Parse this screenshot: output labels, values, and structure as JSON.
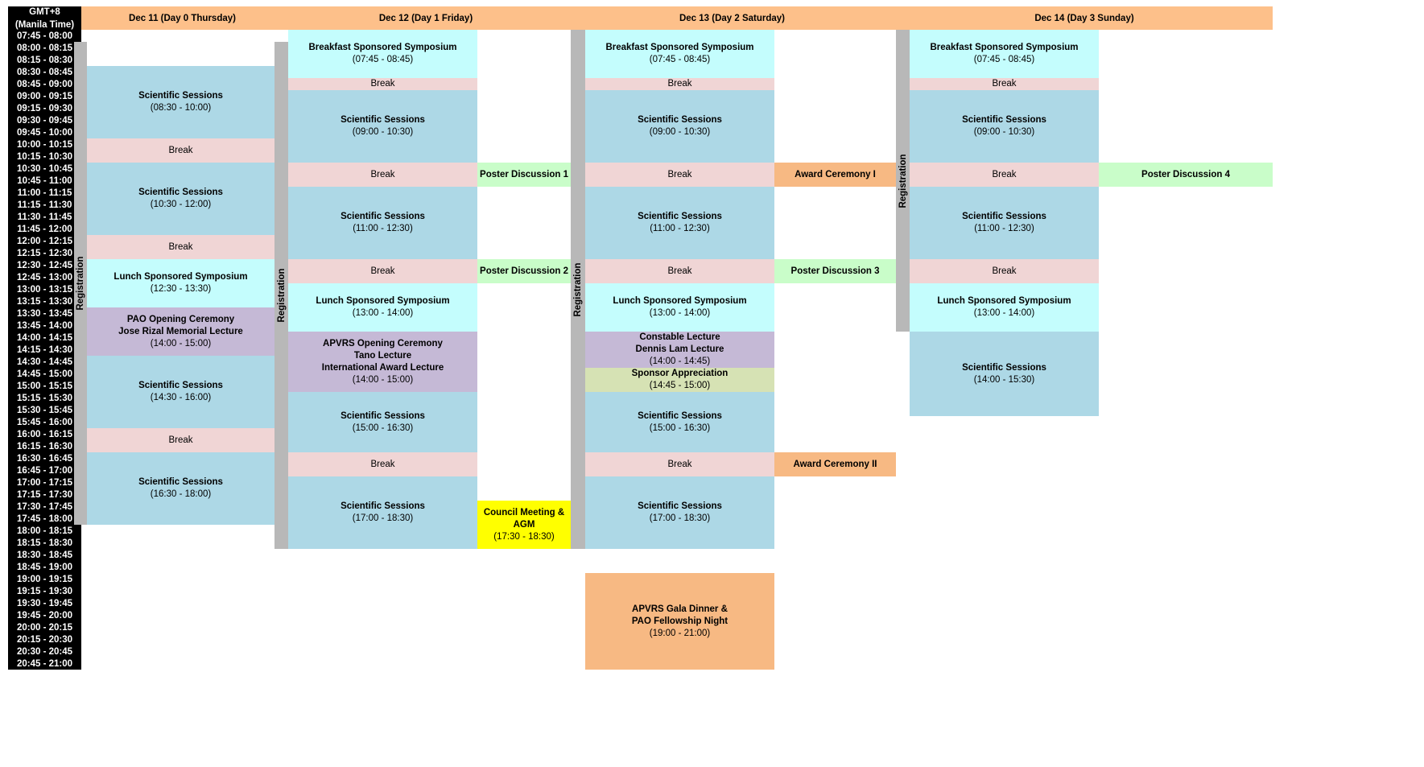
{
  "timezone": [
    "GMT+8",
    "(Manila Time)"
  ],
  "time_slots": [
    "07:45  - 08:00",
    "08:00 - 08:15",
    "08:15 - 08:30",
    "08:30 - 08:45",
    "08:45 - 09:00",
    "09:00 - 09:15",
    "09:15 - 09:30",
    "09:30 - 09:45",
    "09:45 - 10:00",
    "10:00 - 10:15",
    "10:15 - 10:30",
    "10:30 - 10:45",
    "10:45 - 11:00",
    "11:00 - 11:15",
    "11:15 - 11:30",
    "11:30 - 11:45",
    "11:45 - 12:00",
    "12:00 - 12:15",
    "12:15 - 12:30",
    "12:30 - 12:45",
    "12:45 - 13:00",
    "13:00 - 13:15",
    "13:15 - 13:30",
    "13:30 - 13:45",
    "13:45 - 14:00",
    "14:00 - 14:15",
    "14:15 - 14:30",
    "14:30 - 14:45",
    "14:45 - 15:00",
    "15:00 - 15:15",
    "15:15 - 15:30",
    "15:30 - 15:45",
    "15:45 - 16:00",
    "16:00 - 16:15",
    "16:15 - 16:30",
    "16:30 - 16:45",
    "16:45 - 17:00",
    "17:00 - 17:15",
    "17:15 - 17:30",
    "17:30 - 17:45",
    "17:45 - 18:00",
    "18:00 - 18:15",
    "18:15 - 18:30",
    "18:30 - 18:45",
    "18:45 - 19:00",
    "19:00 - 19:15",
    "19:15 - 19:30",
    "19:30 - 19:45",
    "19:45 - 20:00",
    "20:00 - 20:15",
    "20:15 - 20:30",
    "20:30 - 20:45",
    "20:45 - 21:00"
  ],
  "days": [
    {
      "header": "Dec 11 (Day 0 Thursday)",
      "registration": {
        "label": "Registration",
        "start": "08:00",
        "end": "18:00"
      },
      "events": [
        {
          "title": "Scientific Sessions",
          "time": "(08:30 - 10:00)",
          "start": "08:30",
          "end": "10:00",
          "type": "session",
          "col": "main"
        },
        {
          "title": "Break",
          "time": "",
          "start": "10:00",
          "end": "10:30",
          "type": "break",
          "col": "main"
        },
        {
          "title": "Scientific Sessions",
          "time": "(10:30 - 12:00)",
          "start": "10:30",
          "end": "12:00",
          "type": "session",
          "col": "main"
        },
        {
          "title": "Break",
          "time": "",
          "start": "12:00",
          "end": "12:30",
          "type": "break",
          "col": "main"
        },
        {
          "title": "Lunch Sponsored Symposium",
          "time": "(12:30 - 13:30)",
          "start": "12:30",
          "end": "13:30",
          "type": "symposium",
          "col": "main"
        },
        {
          "title": "PAO Opening Ceremony\nJose Rizal Memorial Lecture",
          "time": "(14:00 - 15:00)",
          "start": "13:30",
          "end": "14:30",
          "type": "ceremony",
          "col": "main"
        },
        {
          "title": "Scientific Sessions",
          "time": "(14:30 - 16:00)",
          "start": "14:30",
          "end": "16:00",
          "type": "session",
          "col": "main"
        },
        {
          "title": "Break",
          "time": "",
          "start": "16:00",
          "end": "16:30",
          "type": "break",
          "col": "main"
        },
        {
          "title": "Scientific Sessions",
          "time": "(16:30 - 18:00)",
          "start": "16:30",
          "end": "18:00",
          "type": "session",
          "col": "main"
        }
      ]
    },
    {
      "header": "Dec 12 (Day 1 Friday)",
      "registration": {
        "label": "Registration",
        "start": "08:00",
        "end": "18:30"
      },
      "events": [
        {
          "title": "Breakfast Sponsored Symposium",
          "time": "(07:45 - 08:45)",
          "start": "07:45",
          "end": "08:45",
          "type": "symposium",
          "col": "main"
        },
        {
          "title": "Break",
          "time": "",
          "start": "08:45",
          "end": "09:00",
          "type": "break",
          "col": "main"
        },
        {
          "title": "Scientific Sessions",
          "time": "(09:00 - 10:30)",
          "start": "09:00",
          "end": "10:30",
          "type": "session",
          "col": "main"
        },
        {
          "title": "Break",
          "time": "",
          "start": "10:30",
          "end": "11:00",
          "type": "break",
          "col": "main"
        },
        {
          "title": "Poster Discussion 1",
          "time": "",
          "start": "10:30",
          "end": "11:00",
          "type": "poster",
          "col": "side"
        },
        {
          "title": "Scientific Sessions",
          "time": "(11:00 - 12:30)",
          "start": "11:00",
          "end": "12:30",
          "type": "session",
          "col": "main"
        },
        {
          "title": "Break",
          "time": "",
          "start": "12:30",
          "end": "13:00",
          "type": "break",
          "col": "main"
        },
        {
          "title": "Poster Discussion 2",
          "time": "",
          "start": "12:30",
          "end": "13:00",
          "type": "poster",
          "col": "side"
        },
        {
          "title": "Lunch Sponsored Symposium",
          "time": "(13:00 - 14:00)",
          "start": "13:00",
          "end": "14:00",
          "type": "symposium",
          "col": "main"
        },
        {
          "title": "APVRS Opening Ceremony\nTano Lecture\nInternational Award Lecture",
          "time": "(14:00 - 15:00)",
          "start": "14:00",
          "end": "15:15",
          "type": "ceremony",
          "col": "main"
        },
        {
          "title": "Scientific Sessions",
          "time": "(15:00 - 16:30)",
          "start": "15:15",
          "end": "16:30",
          "type": "session",
          "col": "main"
        },
        {
          "title": "Break",
          "time": "",
          "start": "16:30",
          "end": "17:00",
          "type": "break",
          "col": "main"
        },
        {
          "title": "Scientific Sessions",
          "time": "(17:00 - 18:30)",
          "start": "17:00",
          "end": "18:30",
          "type": "session",
          "col": "main"
        },
        {
          "title": "Council Meeting &\nAGM",
          "time": "(17:30 - 18:30)",
          "start": "17:30",
          "end": "18:30",
          "type": "meeting",
          "col": "side"
        }
      ]
    },
    {
      "header": "Dec 13 (Day 2 Saturday)",
      "registration": {
        "label": "Registration",
        "start": "07:45",
        "end": "18:30"
      },
      "events": [
        {
          "title": "Breakfast Sponsored Symposium",
          "time": "(07:45 - 08:45)",
          "start": "07:45",
          "end": "08:45",
          "type": "symposium",
          "col": "main"
        },
        {
          "title": "Break",
          "time": "",
          "start": "08:45",
          "end": "09:00",
          "type": "break",
          "col": "main"
        },
        {
          "title": "Scientific Sessions",
          "time": "(09:00 - 10:30)",
          "start": "09:00",
          "end": "10:30",
          "type": "session",
          "col": "main"
        },
        {
          "title": "Break",
          "time": "",
          "start": "10:30",
          "end": "11:00",
          "type": "break",
          "col": "main"
        },
        {
          "title": "Award Ceremony I",
          "time": "",
          "start": "10:30",
          "end": "11:00",
          "type": "award",
          "col": "side"
        },
        {
          "title": "Scientific Sessions",
          "time": "(11:00 - 12:30)",
          "start": "11:00",
          "end": "12:30",
          "type": "session",
          "col": "main"
        },
        {
          "title": "Break",
          "time": "",
          "start": "12:30",
          "end": "13:00",
          "type": "break",
          "col": "main"
        },
        {
          "title": "Poster Discussion 3",
          "time": "",
          "start": "12:30",
          "end": "13:00",
          "type": "poster",
          "col": "side"
        },
        {
          "title": "Lunch Sponsored Symposium",
          "time": "(13:00 - 14:00)",
          "start": "13:00",
          "end": "14:00",
          "type": "symposium",
          "col": "main"
        },
        {
          "title": "Constable Lecture\nDennis Lam Lecture",
          "time": "(14:00 - 14:45)",
          "start": "14:00",
          "end": "14:45",
          "type": "ceremony",
          "col": "main"
        },
        {
          "title": "Sponsor Appreciation",
          "time": "(14:45 - 15:00)",
          "start": "14:45",
          "end": "15:15",
          "type": "sponsor",
          "col": "main"
        },
        {
          "title": "Scientific Sessions",
          "time": "(15:00 - 16:30)",
          "start": "15:15",
          "end": "16:30",
          "type": "session",
          "col": "main"
        },
        {
          "title": "Break",
          "time": "",
          "start": "16:30",
          "end": "17:00",
          "type": "break",
          "col": "main"
        },
        {
          "title": "Award Ceremony II",
          "time": "",
          "start": "16:30",
          "end": "17:00",
          "type": "award",
          "col": "side"
        },
        {
          "title": "Scientific Sessions",
          "time": "(17:00 - 18:30)",
          "start": "17:00",
          "end": "18:30",
          "type": "session",
          "col": "main"
        },
        {
          "title": "APVRS Gala Dinner &\nPAO Fellowship Night",
          "time": "(19:00 - 21:00)",
          "start": "19:00",
          "end": "21:00",
          "type": "award",
          "col": "main"
        }
      ]
    },
    {
      "header": "Dec 14 (Day 3 Sunday)",
      "registration": {
        "label": "Registration",
        "start": "07:45",
        "end": "14:00"
      },
      "events": [
        {
          "title": "Breakfast Sponsored Symposium",
          "time": "(07:45 - 08:45)",
          "start": "07:45",
          "end": "08:45",
          "type": "symposium",
          "col": "main"
        },
        {
          "title": "Break",
          "time": "",
          "start": "08:45",
          "end": "09:00",
          "type": "break",
          "col": "main"
        },
        {
          "title": "Scientific Sessions",
          "time": "(09:00 - 10:30)",
          "start": "09:00",
          "end": "10:30",
          "type": "session",
          "col": "main"
        },
        {
          "title": "Break",
          "time": "",
          "start": "10:30",
          "end": "11:00",
          "type": "break",
          "col": "main"
        },
        {
          "title": "Poster Discussion 4",
          "time": "",
          "start": "10:30",
          "end": "11:00",
          "type": "poster",
          "col": "side"
        },
        {
          "title": "Scientific Sessions",
          "time": "(11:00 - 12:30)",
          "start": "11:00",
          "end": "12:30",
          "type": "session",
          "col": "main"
        },
        {
          "title": "Break",
          "time": "",
          "start": "12:30",
          "end": "13:00",
          "type": "break",
          "col": "main"
        },
        {
          "title": "Lunch Sponsored Symposium",
          "time": "(13:00 - 14:00)",
          "start": "13:00",
          "end": "14:00",
          "type": "symposium",
          "col": "main"
        },
        {
          "title": "Scientific Sessions",
          "time": "(14:00 - 15:30)",
          "start": "14:00",
          "end": "15:45",
          "type": "session",
          "col": "main"
        }
      ]
    }
  ],
  "colors": {
    "header": "#fdc08a",
    "session": "#add8e6",
    "break": "#f0d5d5",
    "symposium": "#c4fdfd",
    "ceremony": "#c5b9d6",
    "poster": "#c9fdc9",
    "award": "#f7b983",
    "meeting": "#ffff00",
    "sponsor": "#d6e2b4",
    "registration": "#b8b8b8",
    "time_column": "#000000"
  }
}
